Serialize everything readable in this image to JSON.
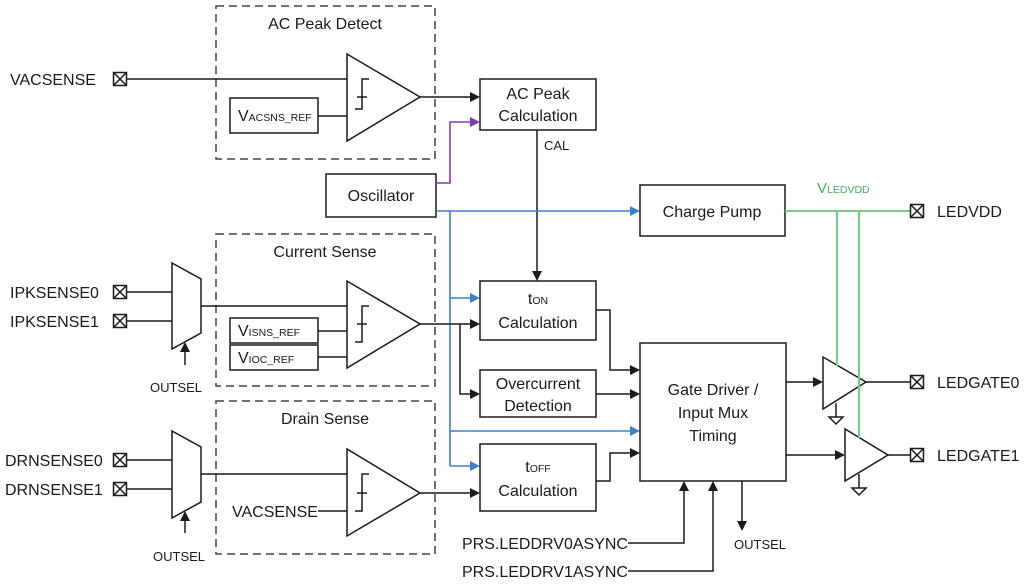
{
  "diagram": {
    "title": "LED driver block diagram",
    "groups": {
      "ac_peak_detect": "AC Peak Detect",
      "current_sense": "Current Sense",
      "drain_sense": "Drain Sense"
    },
    "blocks": {
      "ac_peak_calc": [
        "AC Peak",
        "Calculation"
      ],
      "oscillator": "Oscillator",
      "charge_pump": "Charge Pump",
      "ton_calc": {
        "main": "t",
        "sub": "ON",
        "line2": "Calculation"
      },
      "overcurrent": [
        "Overcurrent",
        "Detection"
      ],
      "toff_calc": {
        "main": "t",
        "sub": "OFF",
        "line2": "Calculation"
      },
      "gate_driver": [
        "Gate Driver /",
        "Input Mux",
        "Timing"
      ]
    },
    "references": {
      "vacsns_ref": {
        "main": "V",
        "sub": "ACSNS_REF"
      },
      "visns_ref": {
        "main": "V",
        "sub": "ISNS_REF"
      },
      "vioc_ref": {
        "main": "V",
        "sub": "IOC_REF"
      },
      "drain_ref": "VACSENSE"
    },
    "pins": {
      "vacsense": "VACSENSE",
      "ipksense0": "IPKSENSE0",
      "ipksense1": "IPKSENSE1",
      "drnsense0": "DRNSENSE0",
      "drnsense1": "DRNSENSE1",
      "ledvdd": "LEDVDD",
      "ledgate0": "LEDGATE0",
      "ledgate1": "LEDGATE1"
    },
    "signals": {
      "cal": "CAL",
      "vledvdd": {
        "main": "V",
        "sub": "LEDVDD"
      },
      "outsel_current": "OUTSEL",
      "outsel_drain": "OUTSEL",
      "outsel_out": "OUTSEL",
      "prs0": "PRS.LEDDRV0ASYNC",
      "prs1": "PRS.LEDDRV1ASYNC"
    },
    "colors": {
      "wire": "#1a1a1a",
      "oscillator_clock": "#3f7fcf",
      "calibration_clock": "#7e3fae",
      "supply": "#7acb8a"
    }
  }
}
